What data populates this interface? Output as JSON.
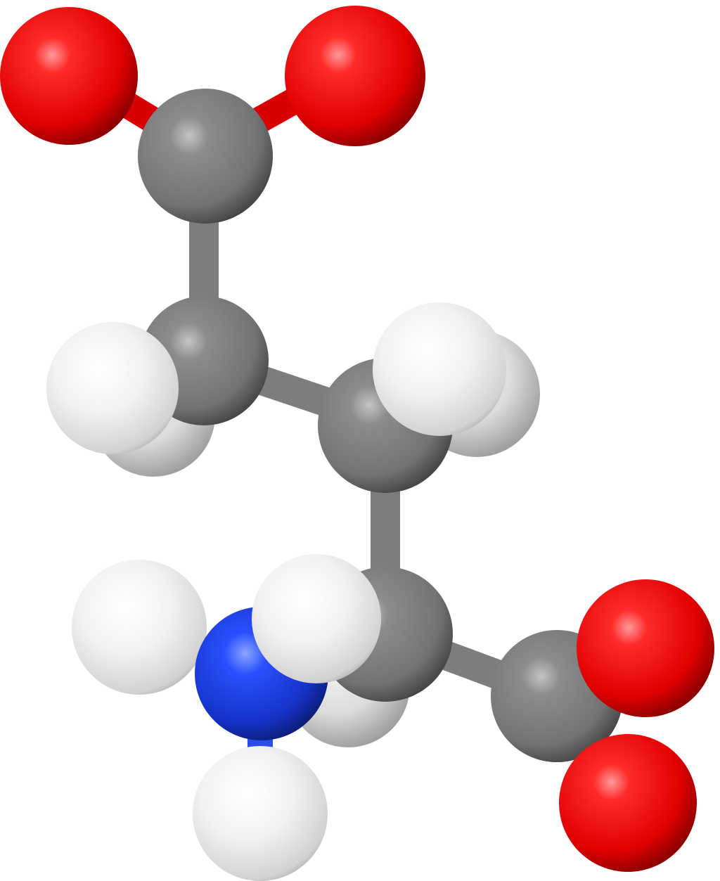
{
  "model": {
    "style": "ball-and-stick",
    "background": "#ffffff",
    "element_colors": {
      "oxygen": "#ff0000",
      "carbon": "#808080",
      "hydrogen": "#e8e8e8",
      "nitrogen": "#1a3fe0"
    },
    "atom_counts": {
      "oxygen": 4,
      "carbon": 5,
      "hydrogen": 8,
      "nitrogen": 1
    }
  }
}
